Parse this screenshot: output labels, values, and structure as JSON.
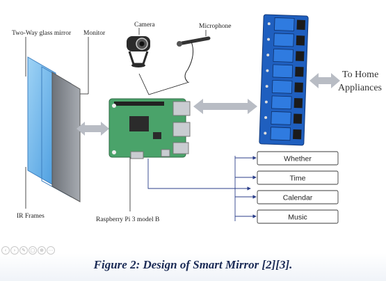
{
  "labels": {
    "two_way_mirror": "Two-Way glass mirror",
    "monitor": "Monitor",
    "camera": "Camera",
    "microphone": "Microphone",
    "home_line1": "To Home",
    "home_line2": "Appliances",
    "ir_frames": "IR Frames",
    "raspberry": "Raspberry Pi 3 model B"
  },
  "services": [
    "Whether",
    "Time",
    "Calendar",
    "Music"
  ],
  "caption": "Figure 2: Design of Smart Mirror [2][3].",
  "colors": {
    "glass": "#6fb6ea",
    "monitor": "#8a8f96",
    "board": "#4aa36a",
    "relay_board": "#1f5fbf",
    "arrow": "#b8bcc4",
    "caption": "#1a2a55"
  }
}
